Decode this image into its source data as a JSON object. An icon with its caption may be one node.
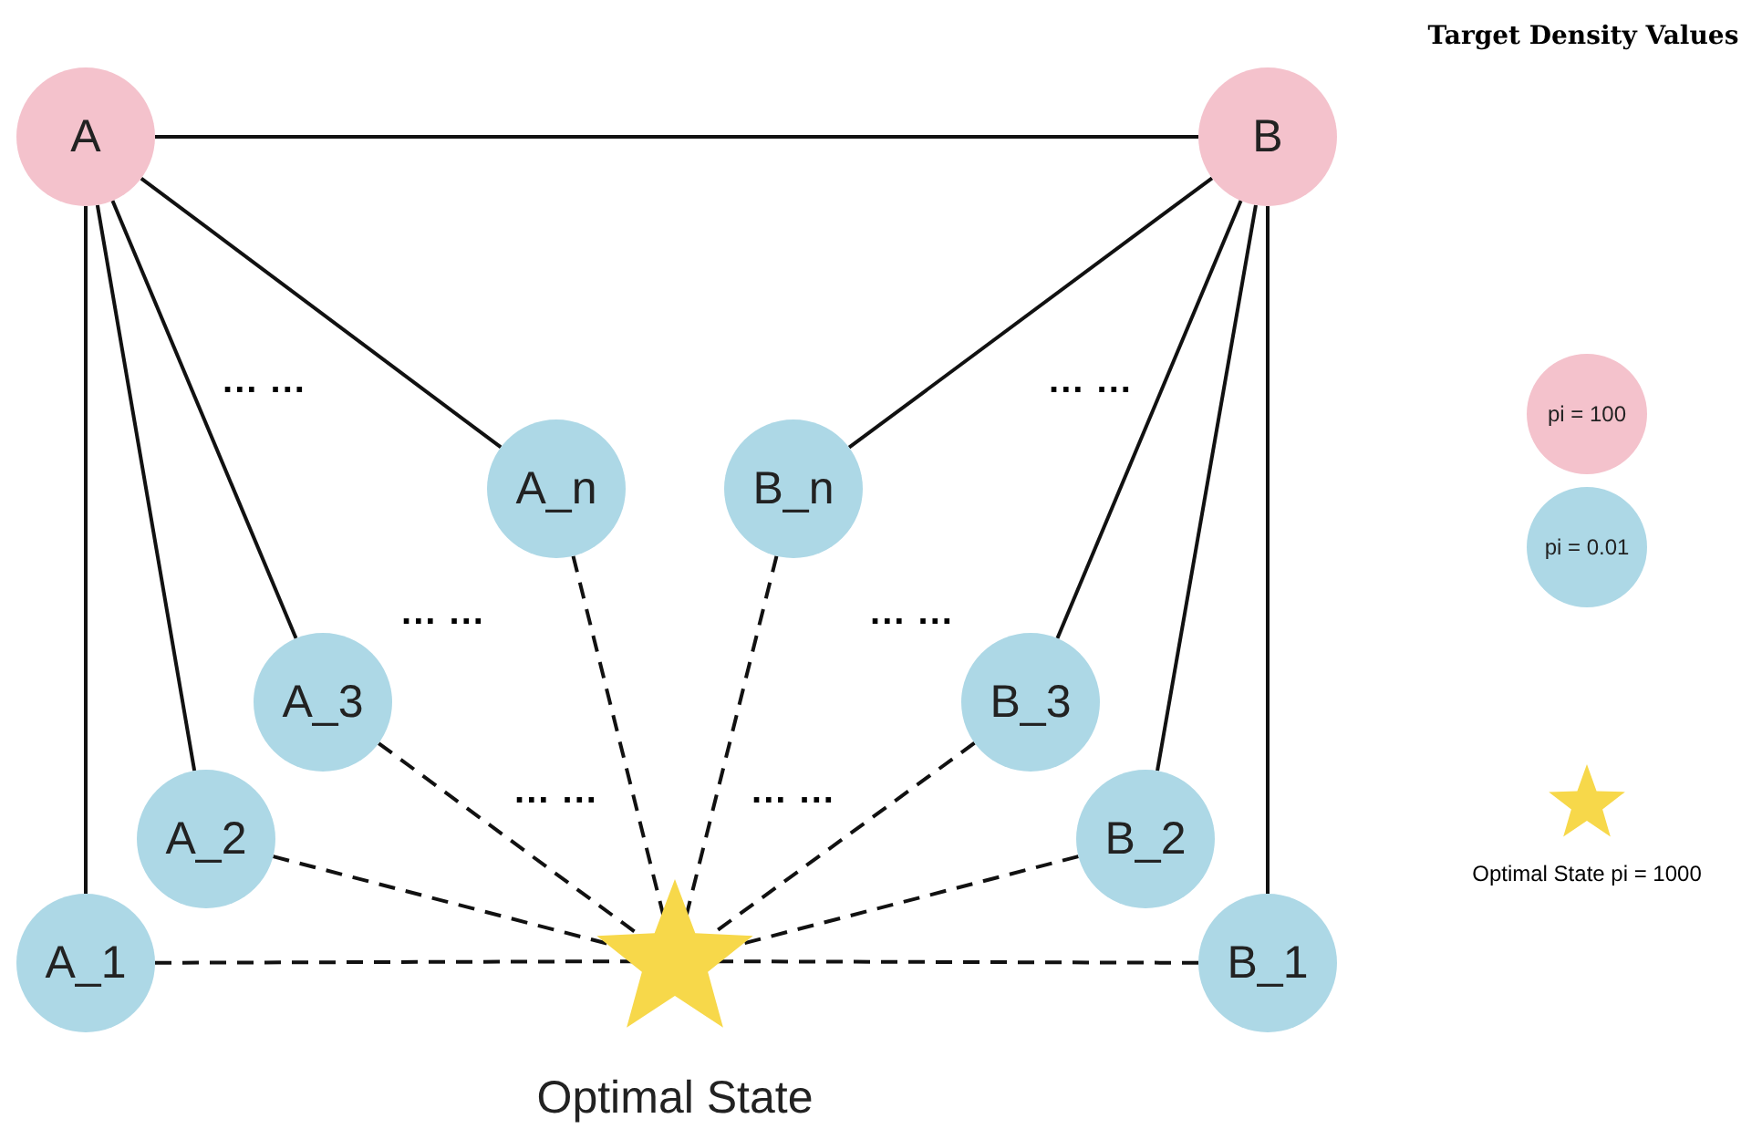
{
  "diagram": {
    "nodes": [
      {
        "text": [
          "A"
        ]
      },
      {
        "text": [
          "B"
        ]
      },
      {
        "text": [
          "A_n"
        ]
      },
      {
        "text": [
          "B_n"
        ]
      },
      {
        "text": [
          "A_3"
        ]
      },
      {
        "text": [
          "B_3"
        ]
      },
      {
        "text": [
          "A_2"
        ]
      },
      {
        "text": [
          "B_2"
        ]
      },
      {
        "text": [
          "A_1"
        ]
      },
      {
        "text": [
          "B_1"
        ]
      },
      {
        "text": [],
        "shape": "star",
        "beside": [
          "Optimal State"
        ]
      }
    ],
    "edges": [
      {
        "from": 0,
        "to": 1,
        "arrow": "none"
      },
      {
        "from": 0,
        "to": 2,
        "arrow": "none"
      },
      {
        "from": 0,
        "to": 4,
        "arrow": "none"
      },
      {
        "from": 0,
        "to": 6,
        "arrow": "none"
      },
      {
        "from": 0,
        "to": 8,
        "arrow": "none"
      },
      {
        "from": 1,
        "to": 3,
        "arrow": "none"
      },
      {
        "from": 1,
        "to": 5,
        "arrow": "none"
      },
      {
        "from": 1,
        "to": 7,
        "arrow": "none"
      },
      {
        "from": 1,
        "to": 9,
        "arrow": "none"
      },
      {
        "from": 8,
        "to": 10,
        "arrow": "none",
        "style": "dashed"
      },
      {
        "from": 6,
        "to": 10,
        "arrow": "none",
        "style": "dashed"
      },
      {
        "from": 4,
        "to": 10,
        "arrow": "none",
        "style": "dashed"
      },
      {
        "from": 2,
        "to": 10,
        "arrow": "none",
        "style": "dashed"
      },
      {
        "from": 3,
        "to": 10,
        "arrow": "none",
        "style": "dashed"
      },
      {
        "from": 5,
        "to": 10,
        "arrow": "none",
        "style": "dashed"
      },
      {
        "from": 7,
        "to": 10,
        "arrow": "none",
        "style": "dashed"
      },
      {
        "from": 9,
        "to": 10,
        "arrow": "none",
        "style": "dashed"
      }
    ],
    "labels": [
      "Target Density Values",
      "... ...",
      "... ...",
      "... ...",
      "... ...",
      "... ...",
      "... ..."
    ],
    "legend": [
      {
        "text": "pi = 100",
        "color": "#f4c2cc"
      },
      {
        "text": "pi = 0.01",
        "color": "#add8e6"
      },
      {
        "text": "Optimal State pi = 1000"
      }
    ]
  }
}
